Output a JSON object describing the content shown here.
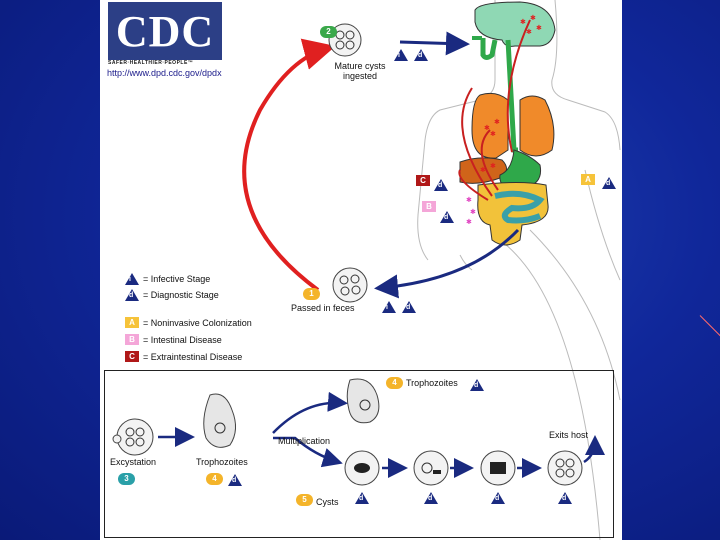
{
  "logo": {
    "text": "CDC",
    "tagline": "SAFER·HEALTHIER·PEOPLE™"
  },
  "url": "http://www.dpd.cdc.gov/dpdx",
  "stages": {
    "mature_cysts": "Mature cysts ingested",
    "passed_feces": "Passed in feces",
    "excystation": "Excystation",
    "trophozoites": "Trophozoites",
    "multiplication": "Multiplication",
    "cysts": "Cysts",
    "exits_host": "Exits host",
    "n1": "1",
    "n2": "2",
    "n3": "3",
    "n4": "4",
    "n5": "5"
  },
  "markers": {
    "i": "i",
    "d": "d",
    "A": "A",
    "B": "B",
    "C": "C"
  },
  "legend": {
    "infective": "= Infective Stage",
    "diagnostic": "= Diagnostic Stage",
    "a": "= Noninvasive Colonization",
    "b": "= Intestinal Disease",
    "c": "= Extraintestinal Disease"
  },
  "colors": {
    "red_arrow": "#e02020",
    "blue_arrow": "#1a2a80",
    "liver": "#f08a2a",
    "stomach": "#2fa84a",
    "intestine": "#f2c23a",
    "head": "#8fd8b4",
    "marker_a": "#f6c33a",
    "marker_b": "#f4a6d8",
    "marker_c": "#b01818",
    "step_green": "#3aa84a",
    "step_yellow": "#f4b42a",
    "step_teal": "#2aa0a8"
  }
}
